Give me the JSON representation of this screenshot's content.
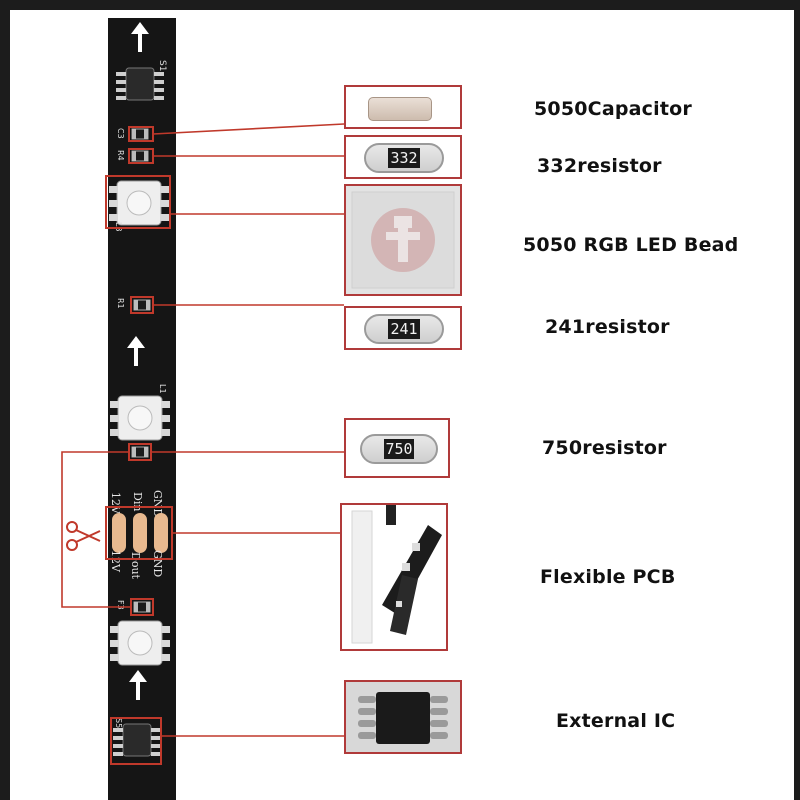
{
  "labels": {
    "capacitor": "5050Capacitor",
    "resistor_332": "332resistor",
    "led_bead": "5050 RGB LED Bead",
    "resistor_241": "241resistor",
    "resistor_750": "750resistor",
    "flexible_pcb": "Flexible PCB",
    "external_ic": "External IC"
  },
  "resistor_codes": {
    "r332": "332",
    "r241": "241",
    "r750": "750"
  },
  "strip_markings": {
    "pad_top": [
      "12V",
      "Din",
      "GND"
    ],
    "pad_bottom": [
      "12V",
      "Dout",
      "GND"
    ]
  },
  "colors": {
    "strip": "#151515",
    "callout": "#c0392b",
    "pad": "#e8b98f",
    "frame": "#1c1c1c"
  }
}
